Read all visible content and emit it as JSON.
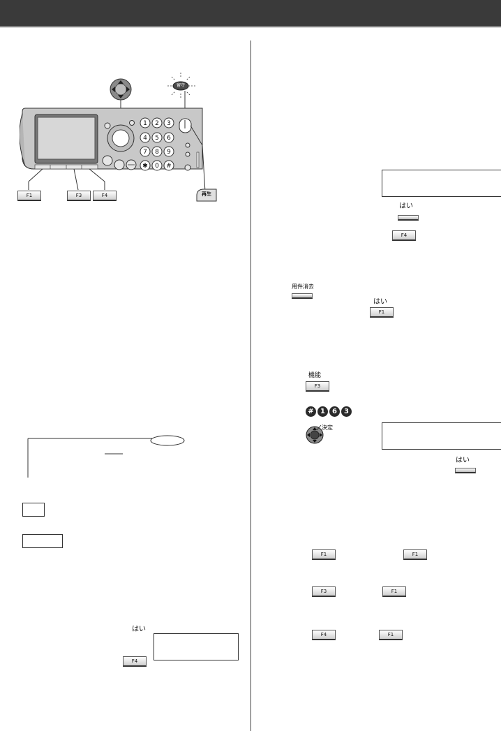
{
  "keys": {
    "f1": "F1",
    "f3": "F3",
    "f4": "F4"
  },
  "phone": {
    "rusu_label": "留守",
    "saisei_label": "再生",
    "keypad": [
      "1",
      "2",
      "3",
      "4",
      "5",
      "6",
      "7",
      "8",
      "9",
      "✱",
      "0",
      "#"
    ]
  },
  "labels": {
    "hai": "はい",
    "youken_shokyo": "用件消去",
    "kinou": "機能",
    "kettei": "決定"
  },
  "code_sequence": [
    "#",
    "1",
    "6",
    "3"
  ]
}
